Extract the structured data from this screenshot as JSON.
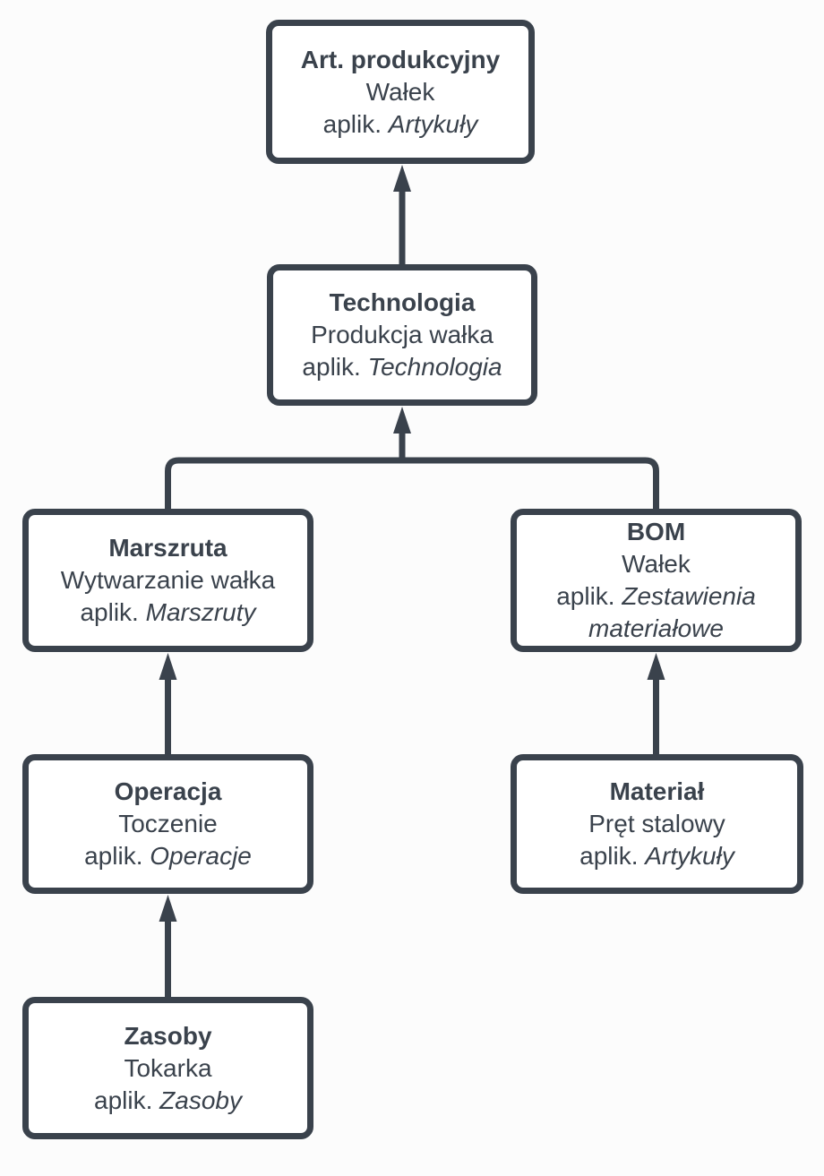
{
  "diagram": {
    "title": "Production data structure diagram",
    "stroke_color": "#3a424c",
    "node_fill_color": "#ffffff",
    "background_color": "#fcfcfc",
    "aplik_prefix": "aplik.",
    "nodes": [
      {
        "id": "art-produkcyjny",
        "title": "Art. produkcyjny",
        "subtitle": "Wałek",
        "app": "Artykuły"
      },
      {
        "id": "technologia",
        "title": "Technologia",
        "subtitle": "Produkcja wałka",
        "app": "Technologia"
      },
      {
        "id": "marszruta",
        "title": "Marszruta",
        "subtitle": "Wytwarzanie wałka",
        "app": "Marszruty"
      },
      {
        "id": "bom",
        "title": "BOM",
        "subtitle": "Wałek",
        "app": "Zestawienia materiałowe"
      },
      {
        "id": "operacja",
        "title": "Operacja",
        "subtitle": "Toczenie",
        "app": "Operacje"
      },
      {
        "id": "material",
        "title": "Materiał",
        "subtitle": "Pręt stalowy",
        "app": "Artykuły"
      },
      {
        "id": "zasoby",
        "title": "Zasoby",
        "subtitle": "Tokarka",
        "app": "Zasoby"
      }
    ],
    "edges": [
      {
        "from": "technologia",
        "to": "art-produkcyjny"
      },
      {
        "from": "marszruta",
        "to": "technologia"
      },
      {
        "from": "bom",
        "to": "technologia"
      },
      {
        "from": "operacja",
        "to": "marszruta"
      },
      {
        "from": "material",
        "to": "bom"
      },
      {
        "from": "zasoby",
        "to": "operacja"
      }
    ]
  }
}
